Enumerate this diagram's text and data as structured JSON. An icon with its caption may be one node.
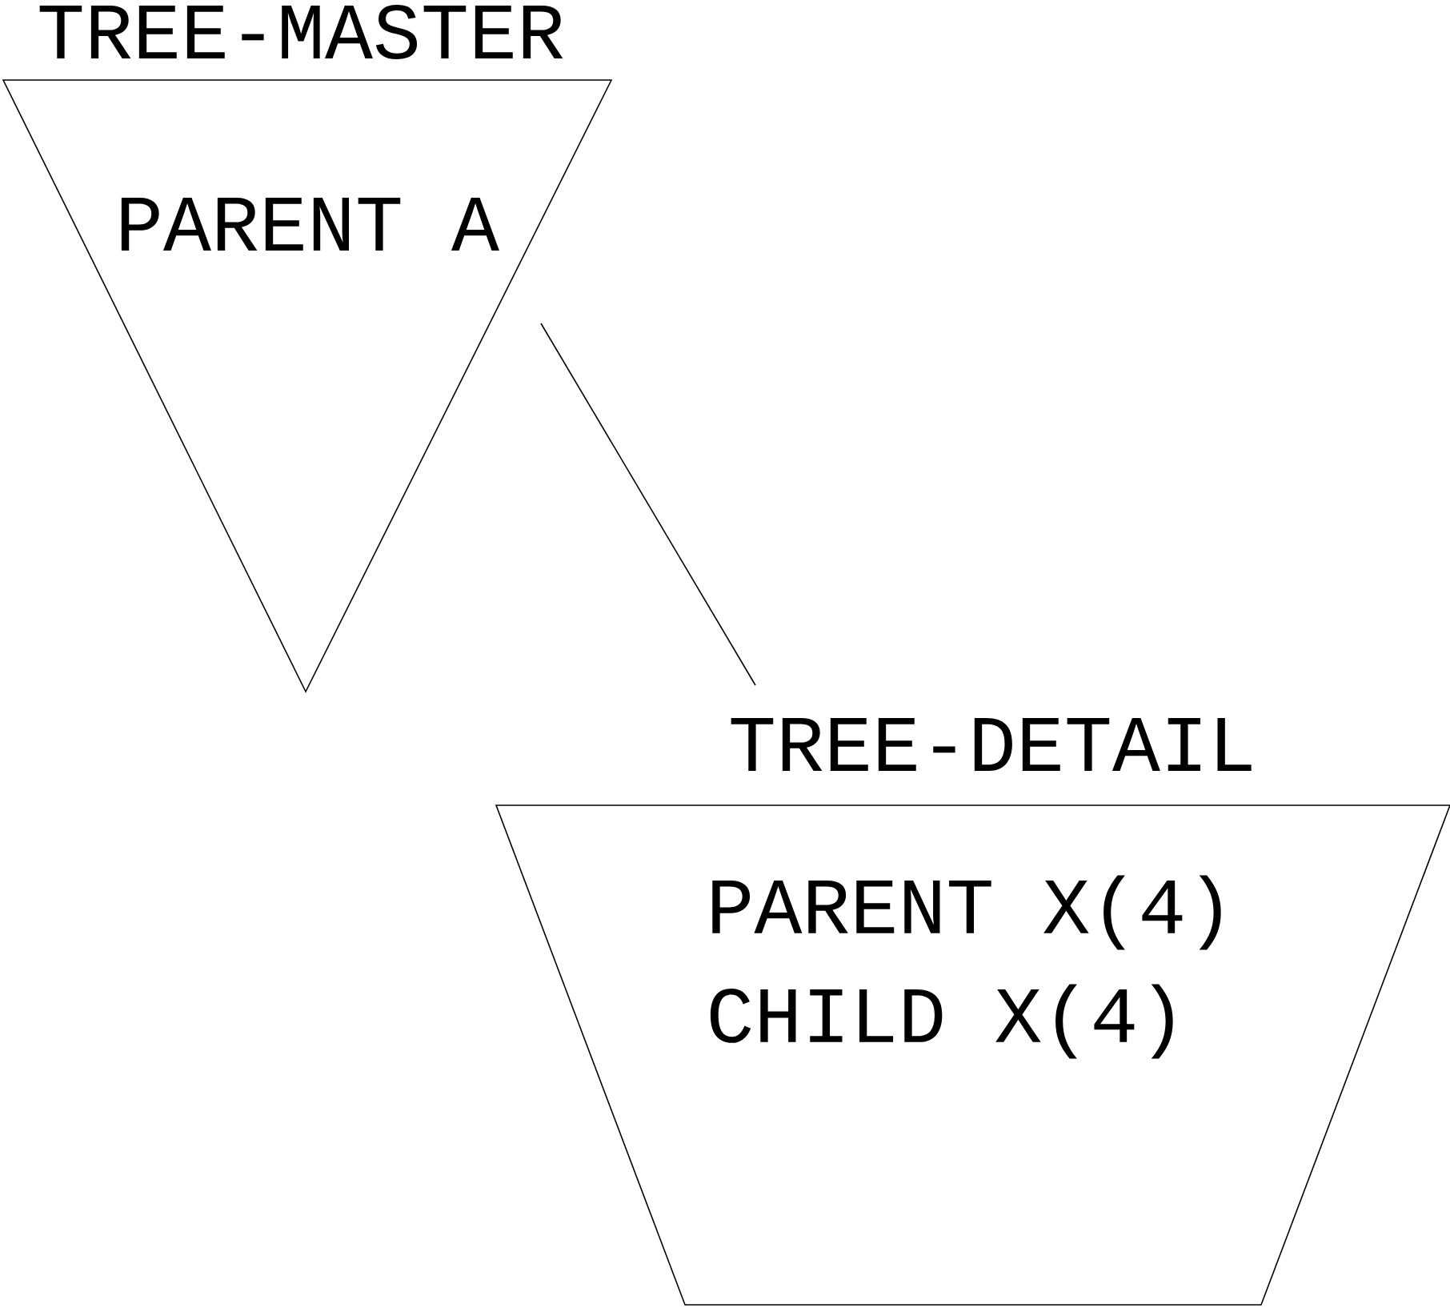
{
  "diagram": {
    "nodes": [
      {
        "text": [
          "TREE-MASTER",
          "PARENT A"
        ]
      },
      {
        "text": [
          "TREE-DETAIL",
          "PARENT X(4)",
          "CHILD X(4)"
        ]
      }
    ],
    "edges": [
      {
        "from": 0,
        "to": 1,
        "arrow": "none"
      }
    ]
  }
}
